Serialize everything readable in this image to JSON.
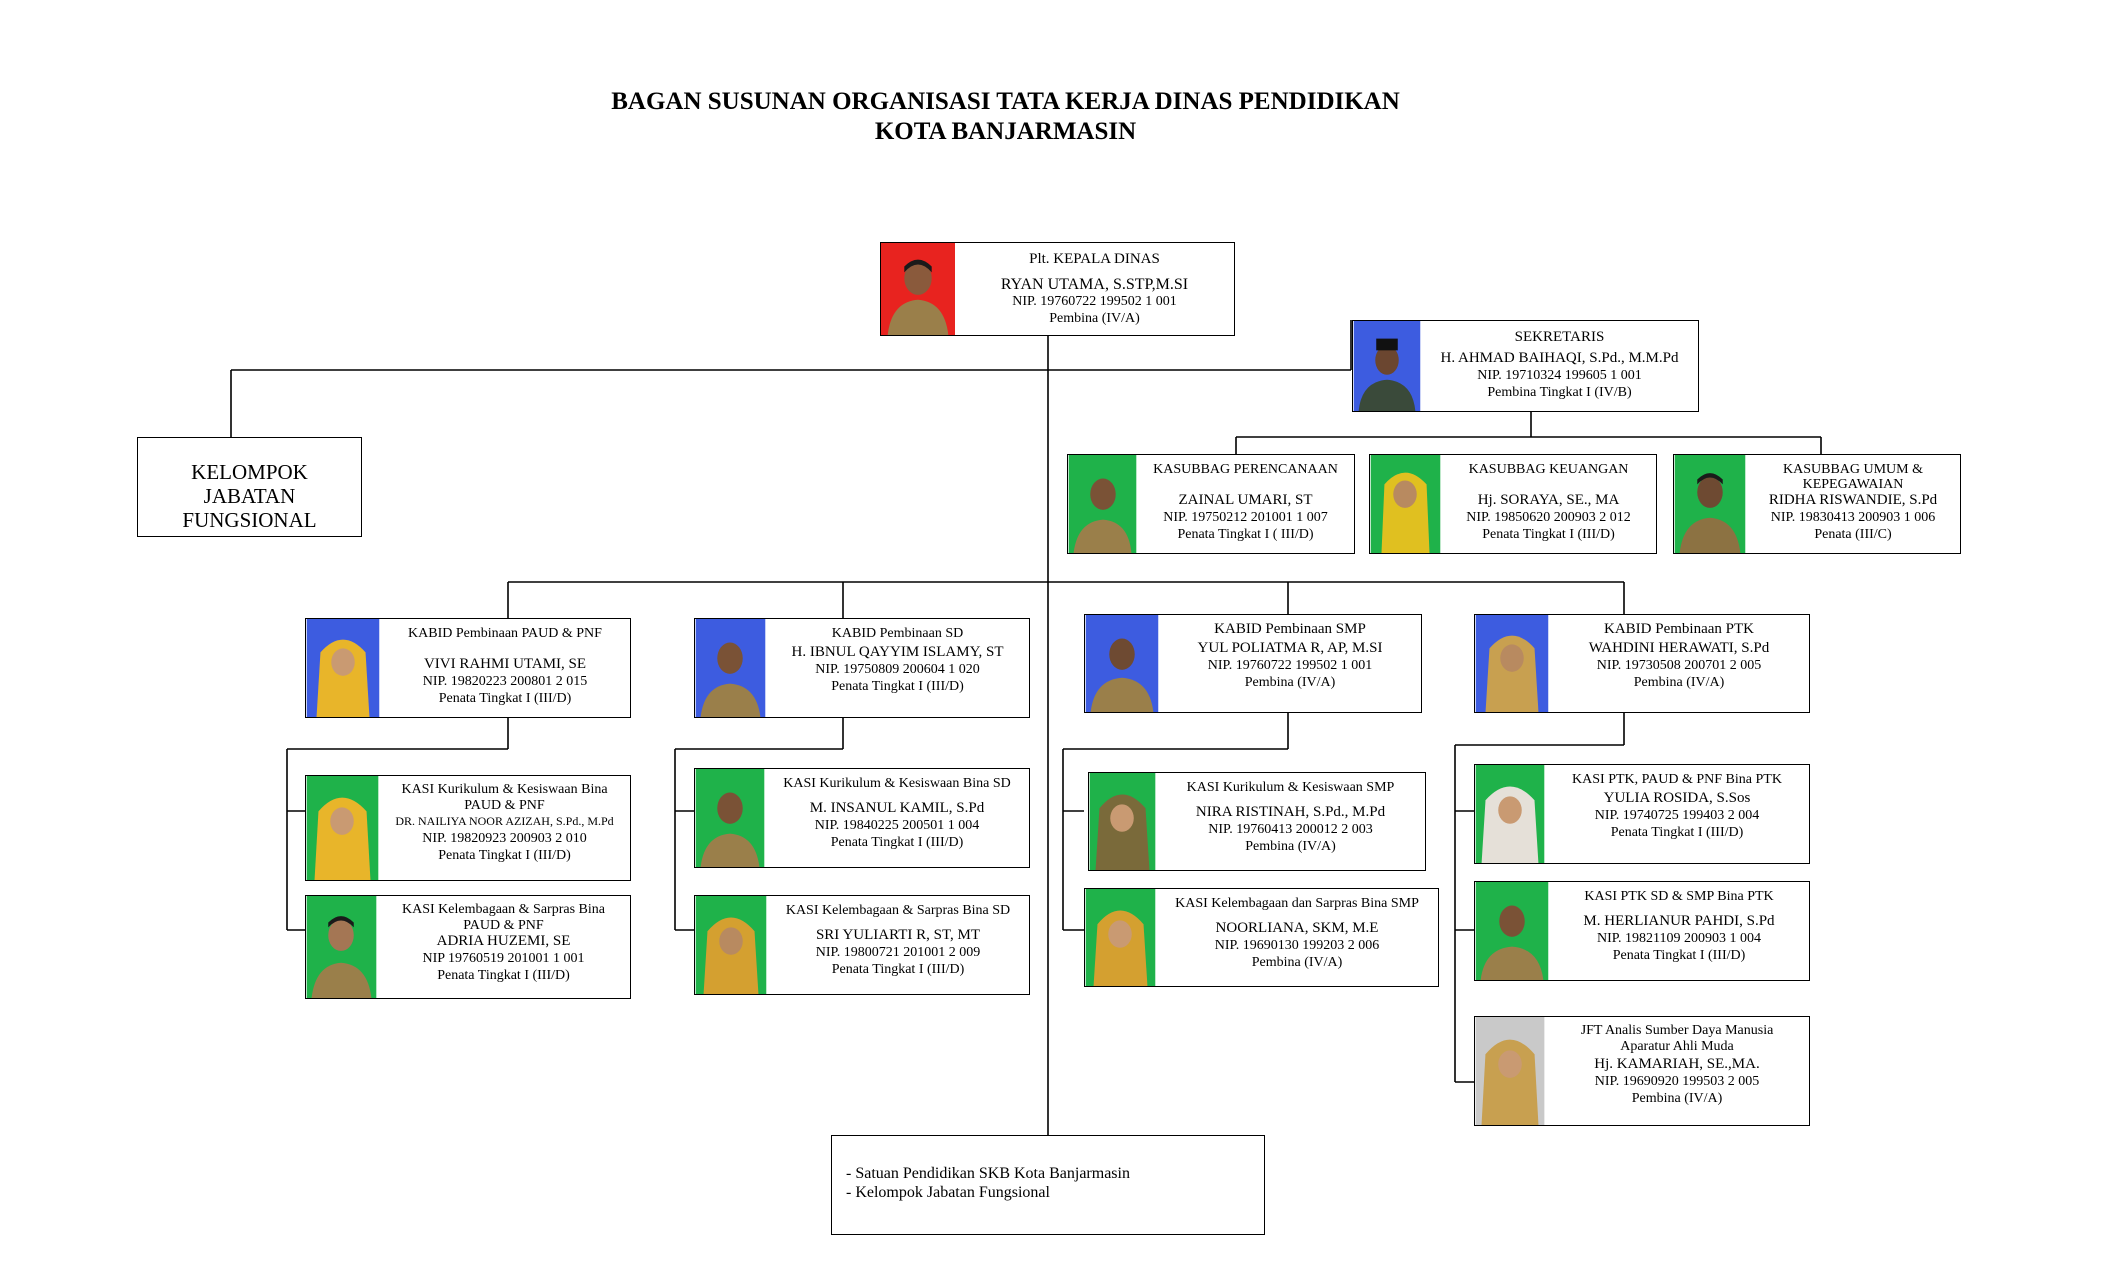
{
  "title": {
    "line1": "BAGAN SUSUNAN ORGANISASI TATA KERJA DINAS PENDIDIKAN",
    "line2": "KOTA BANJARMASIN"
  },
  "kepala": {
    "title": "Plt. KEPALA DINAS",
    "name": "RYAN UTAMA, S.STP,M.SI",
    "nip": "NIP. 19760722 199502 1 001",
    "rank": "Pembina (IV/A)"
  },
  "sekretaris": {
    "title": "SEKRETARIS",
    "name": "H. AHMAD BAIHAQI, S.Pd., M.M.Pd",
    "nip": "NIP. 19710324 199605 1 001",
    "rank": "Pembina Tingkat I (IV/B)"
  },
  "fungsional": {
    "line1": "KELOMPOK",
    "line2": "JABATAN",
    "line3": "FUNGSIONAL"
  },
  "kasubbag": [
    {
      "title": "KASUBBAG PERENCANAAN",
      "name": "ZAINAL UMARI, ST",
      "nip": "NIP. 19750212 201001 1 007",
      "rank": "Penata Tingkat I ( III/D)"
    },
    {
      "title": "KASUBBAG KEUANGAN",
      "name": "Hj. SORAYA, SE., MA",
      "nip": "NIP. 19850620 200903 2 012",
      "rank": "Penata Tingkat I (III/D)"
    },
    {
      "title": "KASUBBAG UMUM &",
      "title2": "KEPEGAWAIAN",
      "name": "RIDHA RISWANDIE, S.Pd",
      "nip": "NIP. 19830413 200903 1 006",
      "rank": "Penata (III/C)"
    }
  ],
  "kabid": [
    {
      "title": "KABID Pembinaan PAUD & PNF",
      "name": "VIVI RAHMI UTAMI, SE",
      "nip": "NIP. 19820223 200801 2 015",
      "rank": "Penata Tingkat I (III/D)"
    },
    {
      "title": "KABID Pembinaan SD",
      "name": "H. IBNUL QAYYIM ISLAMY, ST",
      "nip": "NIP. 19750809 200604 1 020",
      "rank": "Penata Tingkat I (III/D)"
    },
    {
      "title": "KABID Pembinaan SMP",
      "name": "YUL POLIATMA R, AP, M.SI",
      "nip": "NIP. 19760722 199502 1 001",
      "rank": "Pembina (IV/A)"
    },
    {
      "title": "KABID Pembinaan PTK",
      "name": "WAHDINI HERAWATI, S.Pd",
      "nip": "NIP. 19730508 200701 2 005",
      "rank": "Pembina (IV/A)"
    }
  ],
  "kasi": {
    "paud1": {
      "title": "KASI Kurikulum & Kesiswaan Bina",
      "title2": "PAUD & PNF",
      "name": "DR. NAILIYA NOOR AZIZAH, S.Pd., M.Pd",
      "nip": "NIP. 19820923 200903 2 010",
      "rank": "Penata Tingkat I (III/D)"
    },
    "paud2": {
      "title": "KASI Kelembagaan & Sarpras Bina",
      "title2": "PAUD & PNF",
      "name": "ADRIA HUZEMI, SE",
      "nip": "NIP 19760519 201001 1 001",
      "rank": "Penata Tingkat I (III/D)"
    },
    "sd1": {
      "title": "KASI Kurikulum & Kesiswaan Bina SD",
      "name": "M. INSANUL KAMIL, S.Pd",
      "nip": "NIP. 19840225 200501 1 004",
      "rank": "Penata Tingkat I (III/D)"
    },
    "sd2": {
      "title": "KASI Kelembagaan  & Sarpras Bina SD",
      "name": "SRI YULIARTI R, ST, MT",
      "nip": "NIP. 19800721 201001 2 009",
      "rank": "Penata Tingkat I (III/D)"
    },
    "smp1": {
      "title": "KASI Kurikulum & Kesiswaan SMP",
      "name": "NIRA RISTINAH, S.Pd., M.Pd",
      "nip": "NIP. 19760413 200012 2 003",
      "rank": "Pembina (IV/A)"
    },
    "smp2": {
      "title": "KASI Kelembagaan dan Sarpras Bina SMP",
      "name": "NOORLIANA, SKM, M.E",
      "nip": "NIP. 19690130 199203 2 006",
      "rank": "Pembina (IV/A)"
    },
    "ptk1": {
      "title": "KASI PTK, PAUD & PNF Bina PTK",
      "name": "YULIA ROSIDA, S.Sos",
      "nip": "NIP. 19740725 199403 2 004",
      "rank": "Penata Tingkat I (III/D)"
    },
    "ptk2": {
      "title": "KASI PTK SD & SMP Bina PTK",
      "name": "M. HERLIANUR PAHDI, S.Pd",
      "nip": "NIP. 19821109 200903 1 004",
      "rank": "Penata Tingkat I (III/D)"
    },
    "ptk3": {
      "title": "JFT Analis Sumber Daya Manusia",
      "title2": "Aparatur Ahli Muda",
      "name": "Hj. KAMARIAH, SE.,MA.",
      "nip": "NIP. 19690920 199503 2 005",
      "rank": "Pembina (IV/A)"
    }
  },
  "bottom": {
    "item1": "-    Satuan Pendidikan SKB Kota Banjarmasin",
    "item2": "-    Kelompok Jabatan Fungsional"
  },
  "colors": {
    "red_bg": "#e8231f",
    "green_bg": "#1fb24a",
    "blue_bg": "#3d5ce0",
    "grey_bg": "#c9c9c9",
    "line": "#000000"
  },
  "icons": {
    "photo": "portrait-photo-icon"
  }
}
